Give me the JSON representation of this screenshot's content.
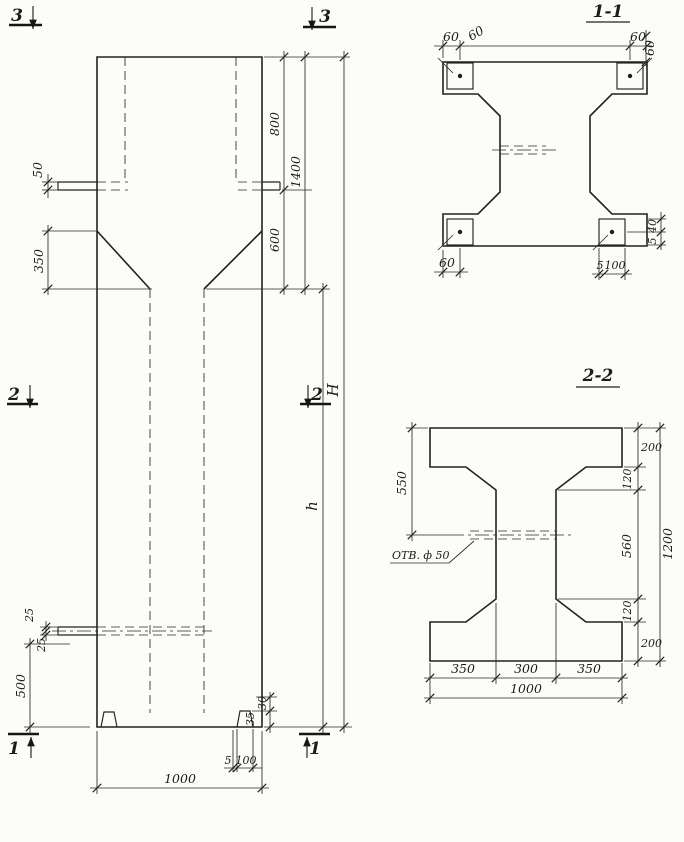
{
  "canvas": {
    "background": "#fcfcf9",
    "ink": "#222222"
  },
  "elevation": {
    "markers": {
      "top_left": "3",
      "top_right": "3",
      "mid_left": "2",
      "mid_right": "2",
      "bottom_left": "1",
      "bottom_right": "1"
    },
    "dims": {
      "ledge_thickness": "50",
      "taper_height": "350",
      "top_zone": "800",
      "head_height": "1400",
      "taper_zone": "600",
      "overall_height": "H",
      "shaft_height": "h",
      "base_zone": "500",
      "embed_offset_a": "25",
      "embed_offset_b": "25",
      "foot_top": "30",
      "foot_height": "35",
      "base_gap": "5",
      "foot_width": "100",
      "column_width": "1000"
    }
  },
  "section_1_1": {
    "title": "1-1",
    "dims": {
      "bolt_inset_left": "60",
      "pad_size_left": "60",
      "bolt_inset_right": "60",
      "pad_height_right": "60",
      "bolt_inset_bottom": "60",
      "plate_gap": "5",
      "plate_width": "100",
      "edge_offset": "40",
      "plate_thickness": "5"
    }
  },
  "section_2_2": {
    "title": "2-2",
    "hole_label": "ОТВ. ф 50",
    "dims": {
      "hole_offset": "550",
      "flange_top": "200",
      "slope_top": "120",
      "web_height": "560",
      "slope_bottom": "120",
      "flange_bottom": "200",
      "section_height": "1200",
      "flange_left": "350",
      "web_width": "300",
      "flange_right": "350",
      "section_width": "1000"
    }
  }
}
